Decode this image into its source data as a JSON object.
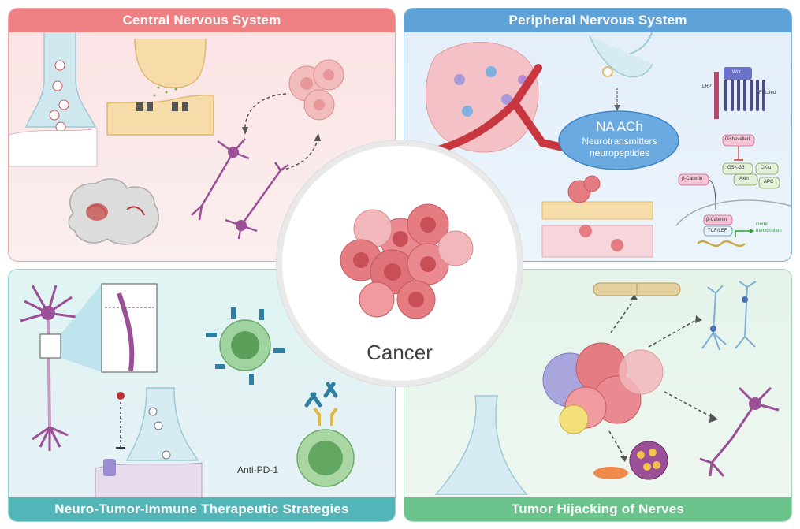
{
  "panels": {
    "cns": {
      "title": "Central Nervous System"
    },
    "pns": {
      "title": "Peripheral Nervous System",
      "oval_line1": "NA ACh",
      "oval_line2": "Neurotransmitters",
      "oval_line3": "neuropeptides",
      "pathway": {
        "lrp": "LRP",
        "wnt": "Wnt",
        "frizzled": "Frizzled",
        "dishevelled": "Dishevelled",
        "gsk": "GSK-3β",
        "cki": "CKIα",
        "axin": "Axin",
        "apc": "APC",
        "catenin_cyto": "β-Catenin",
        "catenin_nuc": "β-Catenin",
        "tcf": "TCF/LEF",
        "gene": "Gene",
        "transcription": "transcription"
      }
    },
    "immune": {
      "title": "Neuro-Tumor-Immune Therapeutic Strategies",
      "anti_pd1": "Anti-PD-1"
    },
    "hijack": {
      "title": "Tumor Hijacking of Nerves"
    }
  },
  "center": {
    "label": "Cancer"
  },
  "colors": {
    "cns_header": "#ee7f82",
    "pns_header": "#5ea2d8",
    "immune_header": "#52b6b8",
    "hijack_header": "#69c38a",
    "tumor": "#e57c82",
    "neuron": "#9b4f96"
  }
}
